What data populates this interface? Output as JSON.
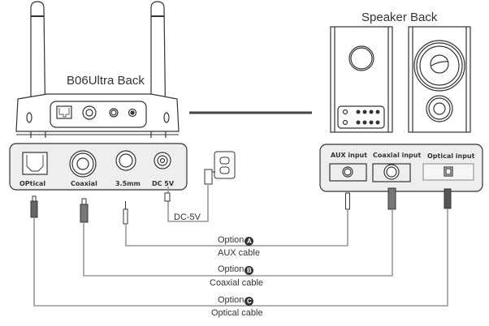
{
  "transmitter": {
    "title": "B06Ultra Back",
    "ports": [
      {
        "id": "optical",
        "label": "OPtical"
      },
      {
        "id": "coaxial",
        "label": "Coaxial"
      },
      {
        "id": "aux",
        "label": "3.5mm"
      },
      {
        "id": "dc",
        "label": "DC 5V"
      }
    ]
  },
  "power": {
    "label": "DC-5V"
  },
  "speaker": {
    "title": "Speaker Back",
    "inputs": [
      {
        "id": "aux",
        "label": "AUX input"
      },
      {
        "id": "coaxial",
        "label": "Coaxial input"
      },
      {
        "id": "optical",
        "label": "Optical input"
      }
    ]
  },
  "options": [
    {
      "prefix": "Option",
      "letter": "A",
      "cable": "AUX cable"
    },
    {
      "prefix": "Option",
      "letter": "B",
      "cable": "Coaxial cable"
    },
    {
      "prefix": "Option",
      "letter": "C",
      "cable": "Optical cable"
    }
  ],
  "colors": {
    "stroke": "#333333",
    "cable": "#999999",
    "panel": "#eeeeee"
  }
}
